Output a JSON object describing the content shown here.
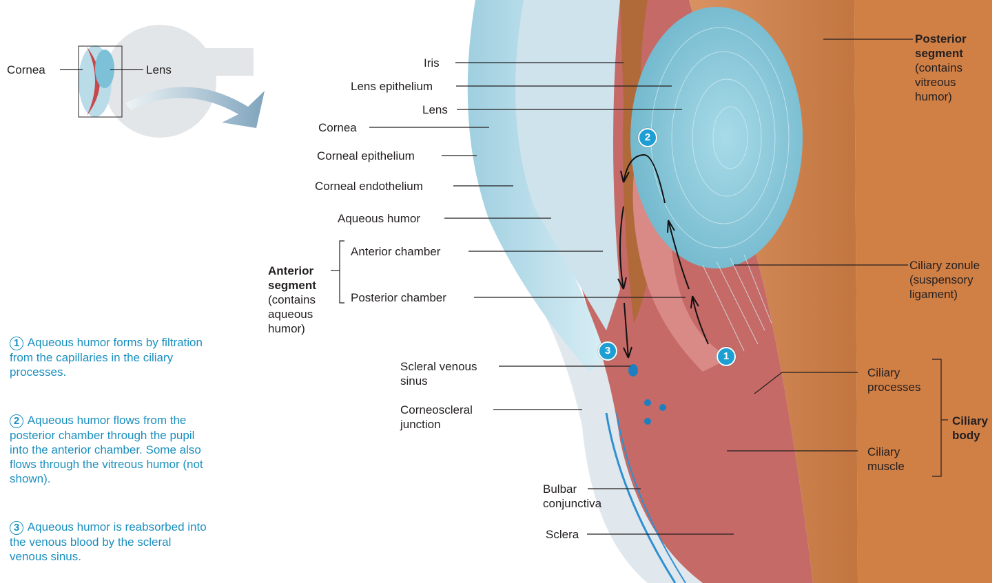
{
  "inset": {
    "cornea": "Cornea",
    "lens": "Lens"
  },
  "labels": {
    "iris": "Iris",
    "lens_epithelium": "Lens epithelium",
    "lens": "Lens",
    "cornea": "Cornea",
    "corneal_epithelium": "Corneal epithelium",
    "corneal_endothelium": "Corneal endothelium",
    "aqueous_humor": "Aqueous humor",
    "anterior_chamber": "Anterior chamber",
    "posterior_chamber": "Posterior chamber",
    "anterior_segment_bold": "Anterior segment",
    "anterior_segment_rest": "(contains aqueous humor)",
    "posterior_segment_bold": "Posterior segment",
    "posterior_segment_rest": "(contains vitreous humor)",
    "scleral_venous_sinus": "Scleral venous sinus",
    "corneoscleral_junction": "Corneoscleral junction",
    "bulbar_conjunctiva": "Bulbar conjunctiva",
    "sclera": "Sclera",
    "ciliary_zonule": "Ciliary zonule (suspensory ligament)",
    "ciliary_processes": "Ciliary processes",
    "ciliary_muscle": "Ciliary muscle",
    "ciliary_body": "Ciliary body"
  },
  "steps": [
    {
      "num": "1",
      "text": "Aqueous humor forms by filtration from the capillaries in the ciliary processes."
    },
    {
      "num": "2",
      "text": "Aqueous humor flows from the posterior chamber through the pupil into the anterior chamber. Some also flows through the vitreous humor (not shown)."
    },
    {
      "num": "3",
      "text": "Aqueous humor is reabsorbed into the venous blood by the scleral venous sinus."
    }
  ],
  "badges": [
    "1",
    "2",
    "3"
  ],
  "colors": {
    "step_text": "#1a8fbf",
    "badge": "#1e9fd4",
    "vitreous": "#c97a45",
    "lens": "#8cc8d8",
    "ciliary": "#c66b68",
    "sclera": "#dfe8ee"
  }
}
